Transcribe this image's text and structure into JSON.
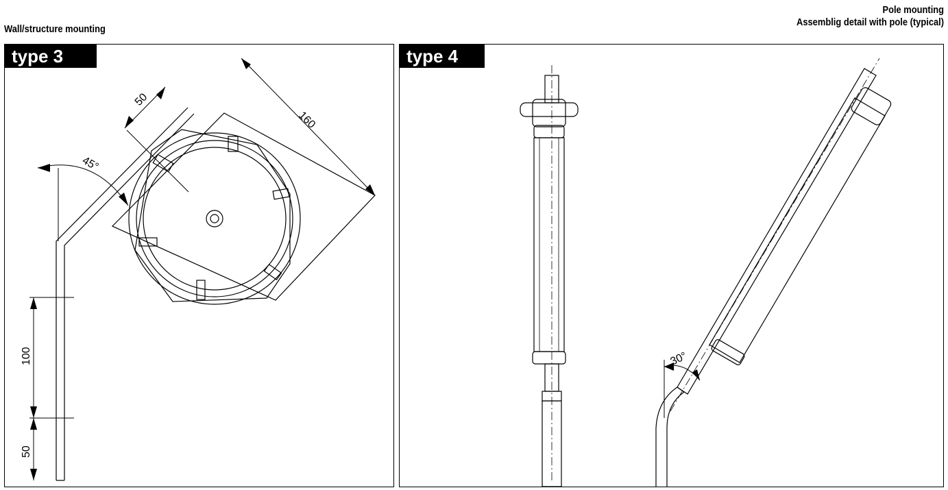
{
  "headings": {
    "left": "Wall/structure mounting",
    "right_line1": "Pole mounting",
    "right_line2": "Assemblig detail with pole (typical)"
  },
  "panels": {
    "left": {
      "tag": "type 3",
      "dimensions": {
        "d_50_top": "50",
        "d_160": "160",
        "d_45deg": "45°",
        "d_100": "100",
        "d_50_bottom": "50"
      }
    },
    "right": {
      "tag": "type 4",
      "dimensions": {
        "d_30deg": "30°"
      }
    }
  }
}
